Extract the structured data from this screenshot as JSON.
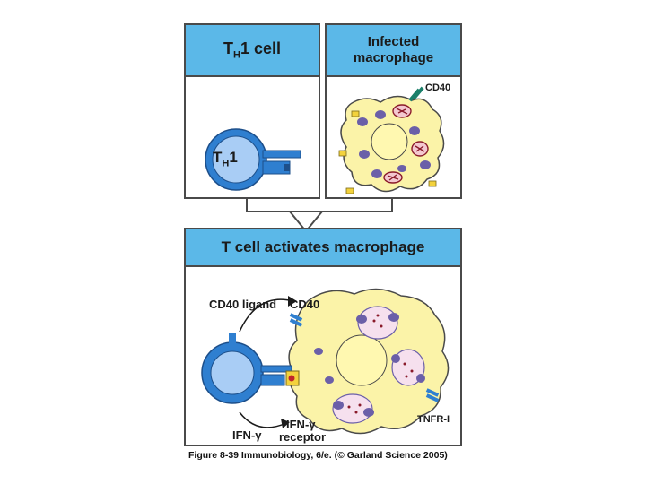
{
  "panels": {
    "top_left": {
      "title_main": "T",
      "title_sub": "H",
      "title_rest": "1  cell",
      "cell_main": "T",
      "cell_sub": "H",
      "cell_rest": "1"
    },
    "top_right": {
      "title_line1": "Infected",
      "title_line2": "macrophage",
      "cd40": "CD40"
    },
    "bottom": {
      "title": "T cell activates macrophage",
      "cd40_ligand": "CD40 ligand",
      "cd40": "CD40",
      "ifn_gamma": "IFN-γ",
      "ifn_receptor_line1": "IFN-γ",
      "ifn_receptor_line2": "receptor",
      "tnfr": "TNFR-I"
    }
  },
  "caption": "Figure 8-39  Immunobiology, 6/e. (© Garland Science 2005)",
  "colors": {
    "header_blue": "#5bb8e8",
    "macrophage_yellow": "#fbf3a8",
    "nucleus": "#fff8b0",
    "vesicle_purple": "#6b5fa8",
    "tcell_blue": "#2f7fd0",
    "receptor_yellow": "#f3d23c"
  }
}
